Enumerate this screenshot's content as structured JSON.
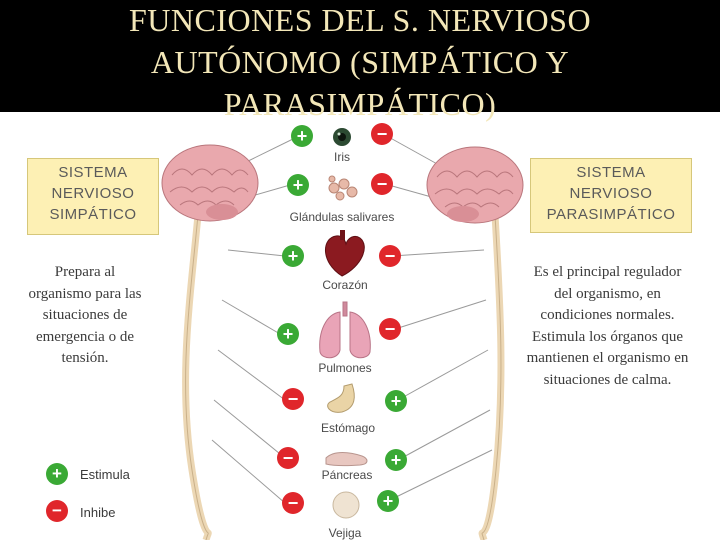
{
  "title": {
    "line1": "FUNCIONES DEL S. NERVIOSO",
    "line2": "AUTÓNOMO (SIMPÁTICO Y",
    "line3": "PARASIMPÁTICO)"
  },
  "sympathetic": {
    "box_lines": [
      "SISTEMA",
      "NERVIOSO",
      "SIMPÁTICO"
    ],
    "description_lines": [
      "Prepara al",
      "organismo para las",
      "situaciones de",
      "emergencia o de",
      "tensión."
    ]
  },
  "parasympathetic": {
    "box_lines": [
      "SISTEMA",
      "NERVIOSO",
      "PARASIMPÁTICO"
    ],
    "description_lines": [
      "Es el principal regulador",
      "del organismo, en",
      "condiciones normales.",
      "Estimula los órganos que",
      "mantienen el organismo en",
      "situaciones de calma."
    ]
  },
  "organs": [
    {
      "label": "Iris",
      "sympathetic": "+",
      "parasympathetic": "−"
    },
    {
      "label": "Glándulas salivares",
      "sympathetic": "+",
      "parasympathetic": "−"
    },
    {
      "label": "Corazón",
      "sympathetic": "+",
      "parasympathetic": "−"
    },
    {
      "label": "Pulmones",
      "sympathetic": "+",
      "parasympathetic": "−"
    },
    {
      "label": "Estómago",
      "sympathetic": "−",
      "parasympathetic": "+"
    },
    {
      "label": "Páncreas",
      "sympathetic": "−",
      "parasympathetic": "+"
    },
    {
      "label": "Vejiga",
      "sympathetic": "−",
      "parasympathetic": "+"
    }
  ],
  "legend": {
    "stimulates": "Estimula",
    "inhibits": "Inhibe"
  },
  "colors": {
    "plus": "#3aa935",
    "minus": "#e0262b",
    "box_fill": "#fdf0b4",
    "title_text": "#f3e7b8",
    "brain": "#e9a8ad"
  }
}
